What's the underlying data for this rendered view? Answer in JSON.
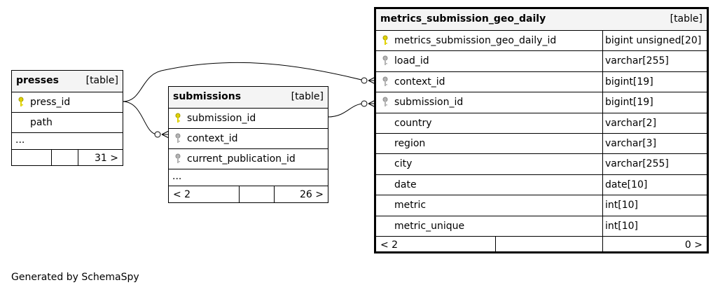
{
  "tables": {
    "presses": {
      "name": "presses",
      "kind": "[table]",
      "columns": [
        {
          "name": "press_id",
          "key": "primary"
        },
        {
          "name": "path",
          "key": "none"
        }
      ],
      "ellipsis": "...",
      "footer": {
        "left": "",
        "mid": "",
        "right": "31 >"
      }
    },
    "submissions": {
      "name": "submissions",
      "kind": "[table]",
      "columns": [
        {
          "name": "submission_id",
          "key": "primary"
        },
        {
          "name": "context_id",
          "key": "foreign"
        },
        {
          "name": "current_publication_id",
          "key": "foreign"
        }
      ],
      "ellipsis": "...",
      "footer": {
        "left": "< 2",
        "mid": "",
        "right": "26 >"
      }
    },
    "metrics": {
      "name": "metrics_submission_geo_daily",
      "kind": "[table]",
      "columns": [
        {
          "name": "metrics_submission_geo_daily_id",
          "type": "bigint unsigned[20]",
          "key": "primary"
        },
        {
          "name": "load_id",
          "type": "varchar[255]",
          "key": "foreign"
        },
        {
          "name": "context_id",
          "type": "bigint[19]",
          "key": "foreign"
        },
        {
          "name": "submission_id",
          "type": "bigint[19]",
          "key": "foreign"
        },
        {
          "name": "country",
          "type": "varchar[2]",
          "key": "none"
        },
        {
          "name": "region",
          "type": "varchar[3]",
          "key": "none"
        },
        {
          "name": "city",
          "type": "varchar[255]",
          "key": "none"
        },
        {
          "name": "date",
          "type": "date[10]",
          "key": "none"
        },
        {
          "name": "metric",
          "type": "int[10]",
          "key": "none"
        },
        {
          "name": "metric_unique",
          "type": "int[10]",
          "key": "none"
        }
      ],
      "footer": {
        "left": "< 2",
        "mid": "",
        "right": "0 >"
      }
    }
  },
  "colors": {
    "primary_key": "#e0d200",
    "foreign_key": "#b4b4b4",
    "header_bg": "#f4f4f4"
  },
  "generated_by": "Generated by SchemaSpy"
}
